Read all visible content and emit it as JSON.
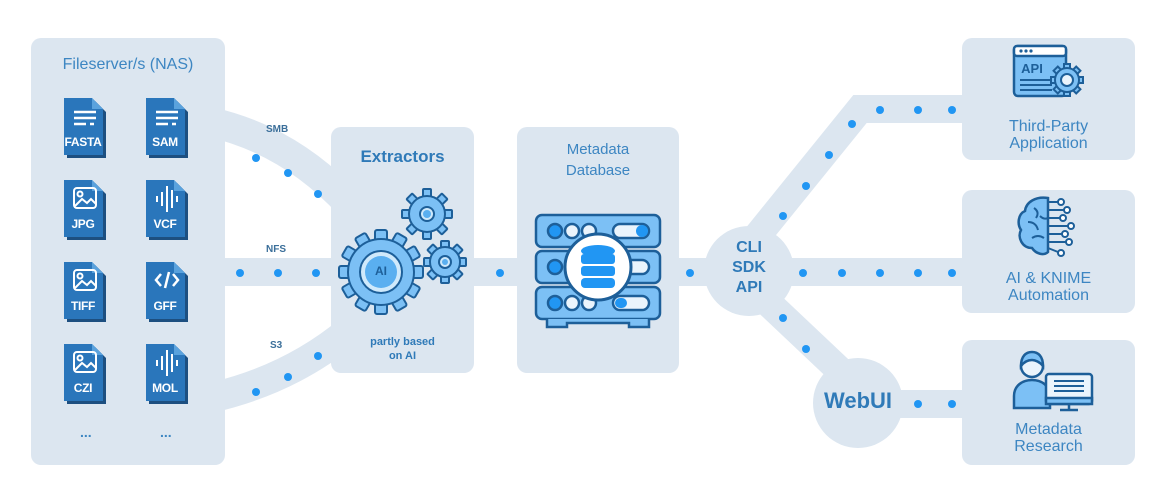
{
  "colors": {
    "panel": "#dce6f0",
    "accent": "#2f7ab8",
    "dot": "#2196f3",
    "icon_fill": "#7cc0f5",
    "icon_stroke": "#1d5f99",
    "file_blue": "#2a76bb"
  },
  "fileserver": {
    "title": "Fileserver/s (NAS)",
    "files": [
      {
        "label": "FASTA",
        "icon": "text-lines-icon"
      },
      {
        "label": "SAM",
        "icon": "text-lines-icon"
      },
      {
        "label": "JPG",
        "icon": "image-icon"
      },
      {
        "label": "VCF",
        "icon": "waveform-icon"
      },
      {
        "label": "TIFF",
        "icon": "image-icon"
      },
      {
        "label": "GFF",
        "icon": "code-icon"
      },
      {
        "label": "CZI",
        "icon": "image-icon"
      },
      {
        "label": "MOL",
        "icon": "waveform-icon"
      }
    ],
    "more_left": "...",
    "more_right": "..."
  },
  "protocols": {
    "smb": "SMB",
    "nfs": "NFS",
    "s3": "S3"
  },
  "extractors": {
    "title": "Extractors",
    "gear_badge": "AI",
    "subtitle_line1": "partly based",
    "subtitle_line2": "on AI"
  },
  "database": {
    "title_line1": "Metadata",
    "title_line2": "Database"
  },
  "hub": {
    "line1": "CLI",
    "line2": "SDK",
    "line3": "API"
  },
  "webui": {
    "label": "WebUI"
  },
  "targets": [
    {
      "line1": "Third-Party",
      "line2": "Application",
      "icon_text": "API"
    },
    {
      "line1": "AI & KNIME",
      "line2": "Automation"
    },
    {
      "line1": "Metadata",
      "line2": "Research"
    }
  ]
}
